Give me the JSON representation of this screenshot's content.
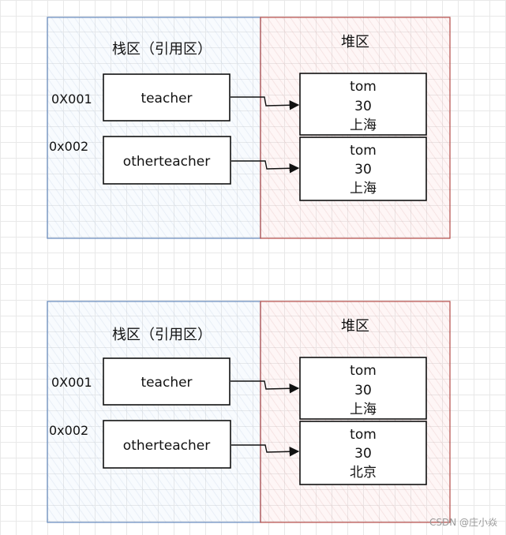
{
  "diagrams": [
    {
      "stack_title": "栈区（引用区）",
      "heap_title": "堆区",
      "refs": [
        {
          "address": "0X001",
          "label": "teacher"
        },
        {
          "address": "0x002",
          "label": "otherteacher"
        }
      ],
      "objects": [
        {
          "name": "tom",
          "age": "30",
          "city": "上海"
        },
        {
          "name": "tom",
          "age": "30",
          "city": "上海"
        }
      ]
    },
    {
      "stack_title": "栈区（引用区）",
      "heap_title": "堆区",
      "refs": [
        {
          "address": "0X001",
          "label": "teacher"
        },
        {
          "address": "0x002",
          "label": "otherteacher"
        }
      ],
      "objects": [
        {
          "name": "tom",
          "age": "30",
          "city": "上海"
        },
        {
          "name": "tom",
          "age": "30",
          "city": "北京"
        }
      ]
    }
  ],
  "watermark": "CSDN @庄小焱",
  "colors": {
    "stack_stroke": "#6c8ebf",
    "stack_fill": "#dae8fc",
    "heap_stroke": "#b85450",
    "heap_fill": "#f8cecc"
  }
}
